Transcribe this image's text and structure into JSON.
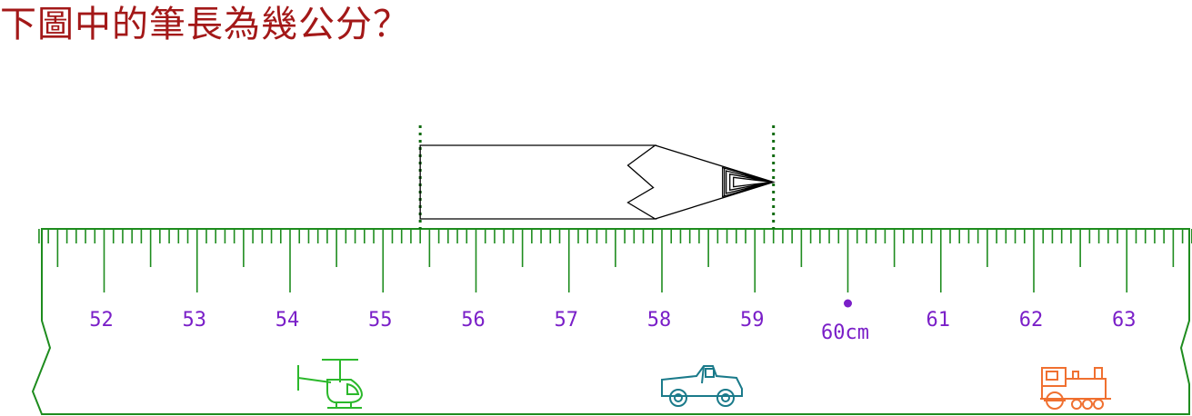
{
  "question": "下圖中的筆長為幾公分？",
  "ruler": {
    "start_cm": 51.3,
    "end_cm": 63.7,
    "labels": [
      "52",
      "53",
      "54",
      "55",
      "56",
      "57",
      "58",
      "59",
      "60cm",
      "61",
      "62",
      "63"
    ],
    "label_values": [
      52,
      53,
      54,
      55,
      56,
      57,
      58,
      59,
      60,
      61,
      62,
      63
    ],
    "highlight_value": 60
  },
  "pencil": {
    "start_cm": 55.4,
    "end_cm": 59.2
  },
  "icons": [
    "helicopter-icon",
    "jeep-icon",
    "train-icon"
  ],
  "colors": {
    "question": "#a31818",
    "ruler": "#1e8c1e",
    "labels": "#7a1fc8",
    "guides": "#0f6a0f",
    "pencil": "#000000",
    "helicopter": "#2bb82b",
    "jeep": "#1a7a8a",
    "train": "#f07030"
  }
}
